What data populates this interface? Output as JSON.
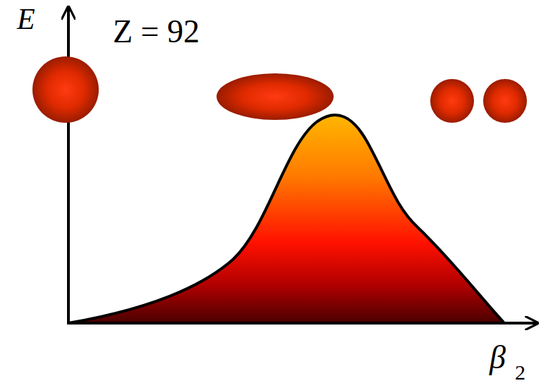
{
  "diagram": {
    "labels": [
      "E",
      "Z = 92",
      "β",
      "2"
    ]
  }
}
